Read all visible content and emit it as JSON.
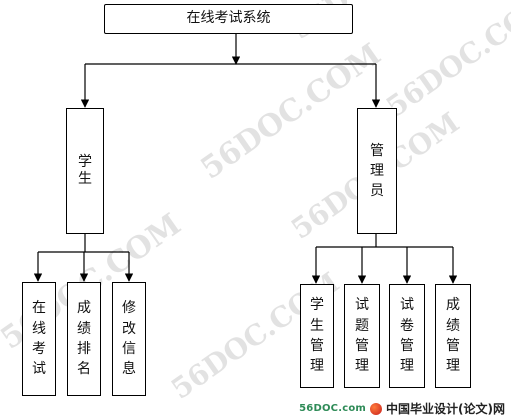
{
  "diagram": {
    "root": "在线考试系统",
    "student": {
      "label": "学生",
      "children": [
        "在线考试",
        "成绩排名",
        "修改信息"
      ]
    },
    "admin": {
      "label": "管理员",
      "children": [
        "学生管理",
        "试题管理",
        "试卷管理",
        "成绩管理"
      ]
    }
  },
  "watermark": {
    "text": "56DOC.COM"
  },
  "footer": {
    "site": "56DOC.com",
    "text": "中国毕业设计(论文)网"
  },
  "colors": {
    "line": "#000000",
    "watermark": "#d9d9d9"
  }
}
